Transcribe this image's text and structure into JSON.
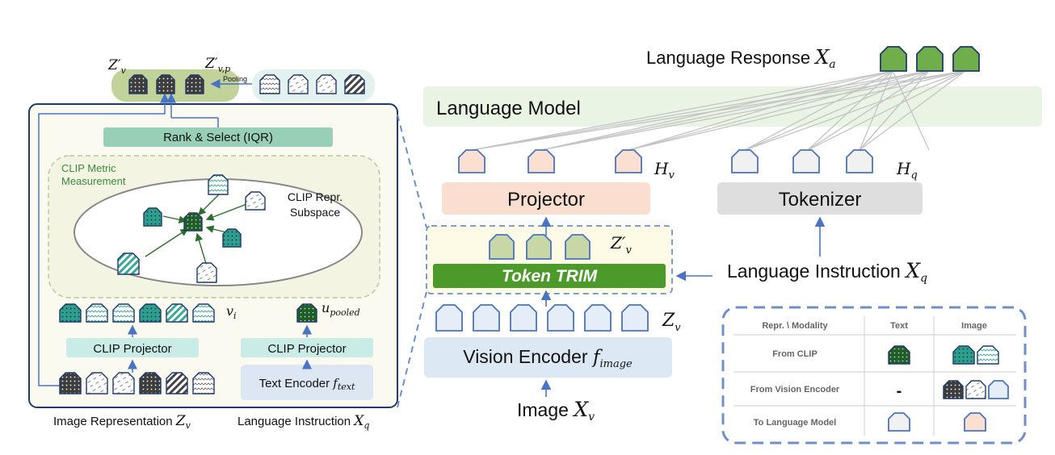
{
  "left_panel": {
    "zv_prime": "Z′",
    "zv_prime_sub": "v",
    "zvp": "Z′",
    "zvp_sub": "v,p",
    "pooling": "Pooling",
    "rank_select": "Rank & Select (IQR)",
    "clip_metric_line1": "CLIP Metric",
    "clip_metric_line2": "Measurement",
    "clip_repr_line1": "CLIP Repr.",
    "clip_repr_line2": "Subspace",
    "vi": "v",
    "vi_sub": "i",
    "u_pooled": "u",
    "u_pooled_sub": "pooled",
    "clip_projector_left": "CLIP Projector",
    "clip_projector_right": "CLIP Projector",
    "text_encoder": "Text Encoder",
    "text_encoder_math": "f",
    "text_encoder_math_sub": "text",
    "image_repr_caption": "Image Representation",
    "image_repr_math": "Z",
    "image_repr_math_sub": "v",
    "lang_instr_caption": "Language Instruction",
    "lang_instr_math": "X",
    "lang_instr_math_sub": "q"
  },
  "right_panel": {
    "lang_response": "Language Response",
    "lang_response_math": "X",
    "lang_response_sub": "a",
    "language_model": "Language Model",
    "hv": "H",
    "hv_sub": "v",
    "hq": "H",
    "hq_sub": "q",
    "projector": "Projector",
    "tokenizer": "Tokenizer",
    "zv_prime": "Z′",
    "zv_prime_sub": "v",
    "token_trim": "Token TRIM",
    "lang_instruction": "Language Instruction",
    "lang_instruction_math": "X",
    "lang_instruction_sub": "q",
    "zv": "Z",
    "zv_sub": "v",
    "vision_encoder": "Vision Encoder",
    "vision_encoder_math": "f",
    "vision_encoder_sub": "image",
    "image": "Image",
    "image_math": "X",
    "image_sub": "v"
  },
  "legend": {
    "header_repr": "Repr. \\ Modality",
    "header_text": "Text",
    "header_image": "Image",
    "row1": "From CLIP",
    "row2": "From Vision Encoder",
    "row2_text_value": "-",
    "row3": "To Language Model"
  }
}
